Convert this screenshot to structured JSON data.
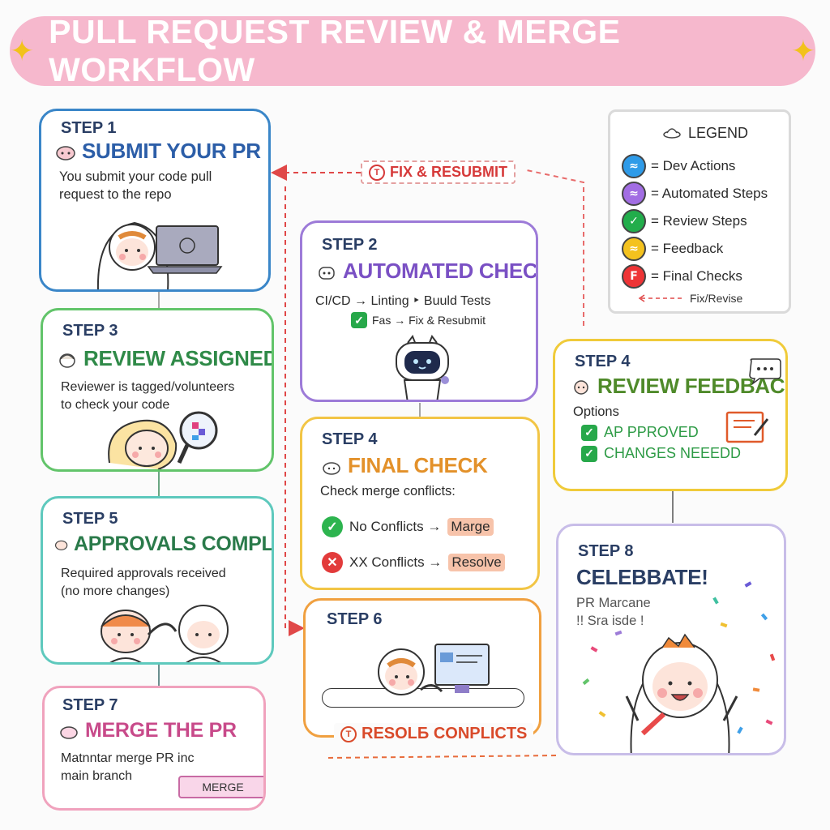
{
  "header": {
    "title": "PULL REQUEST REVIEW & MERGE WORKFLOW"
  },
  "legend": {
    "title": "LEGEND",
    "items": [
      {
        "label": "= Dev Actions",
        "color": "#2f9be8",
        "icon": "dev-actions-icon"
      },
      {
        "label": "= Automated Steps",
        "color": "#a26de3",
        "icon": "automated-steps-icon"
      },
      {
        "label": "= Review Steps",
        "color": "#22ad4b",
        "icon": "review-steps-icon"
      },
      {
        "label": "= Feedback",
        "color": "#f4c21e",
        "icon": "feedback-icon"
      },
      {
        "label": "= Final Checks",
        "color": "#ee3436",
        "icon": "final-checks-icon"
      }
    ],
    "fix_label": "Fix/Revise"
  },
  "steps": {
    "submit": {
      "step": "STEP 1",
      "title": "SUBMIT YOUR PR",
      "desc_1": "You submit your code pull",
      "desc_2": "request to the repo",
      "color": "#3a86c8"
    },
    "automated": {
      "step": "STEP 2",
      "title": "AUTOMATED CHECKS",
      "line_1": "CI/CD → Linting  ‣  Buuld Tests",
      "line_2": "Fas → Fix & Resubmit",
      "color": "#9d7bd8"
    },
    "review_assigned": {
      "step": "STEP 3",
      "title": "REVIEW ASSIGNED",
      "desc_1": "Reviewer is tagged/volunteers",
      "desc_2": "to check your code",
      "color": "#62c46a"
    },
    "review_feedback": {
      "step": "STEP 4",
      "title": "REVIEW FEEDBACK",
      "options_label": "Options",
      "opt_1": "AP PPROVED",
      "opt_2": "CHANGES NEEEDD",
      "color": "#f0cb3a"
    },
    "final_check": {
      "step": "STEP 4",
      "title": "FINAL CHECK",
      "desc": "Check merge conflicts:",
      "row_1_text": "No Conflicts →",
      "row_1_pill": "Marge",
      "row_2_text": "XX Conflicts →",
      "row_2_pill": "Resolve",
      "color": "#f2c545"
    },
    "approvals": {
      "step": "STEP 5",
      "title": "APPROVALS COMPLETE",
      "desc_1": "Required approvals received",
      "desc_2": "(no more changes)",
      "color": "#5ec9bd"
    },
    "resolve": {
      "step": "STEP 6",
      "title": "",
      "color": "#f0a040"
    },
    "merge": {
      "step": "STEP 7",
      "title": "MERGE THE PR",
      "desc_1": "Matnntar merge PR inc",
      "desc_2": "main branch",
      "button": "MERGE",
      "color": "#f0a2bd"
    },
    "celebrate": {
      "step": "STEP 8",
      "title": "CELEBBATE!",
      "desc_1": "PR Marcane",
      "desc_2": "!! Sra isde !",
      "color": "#c8bde8"
    }
  },
  "connectors": {
    "fix_resubmit": "FIX & RESUBMIT",
    "resolve_conflicts": "RESOLБ CONPLICTS"
  }
}
